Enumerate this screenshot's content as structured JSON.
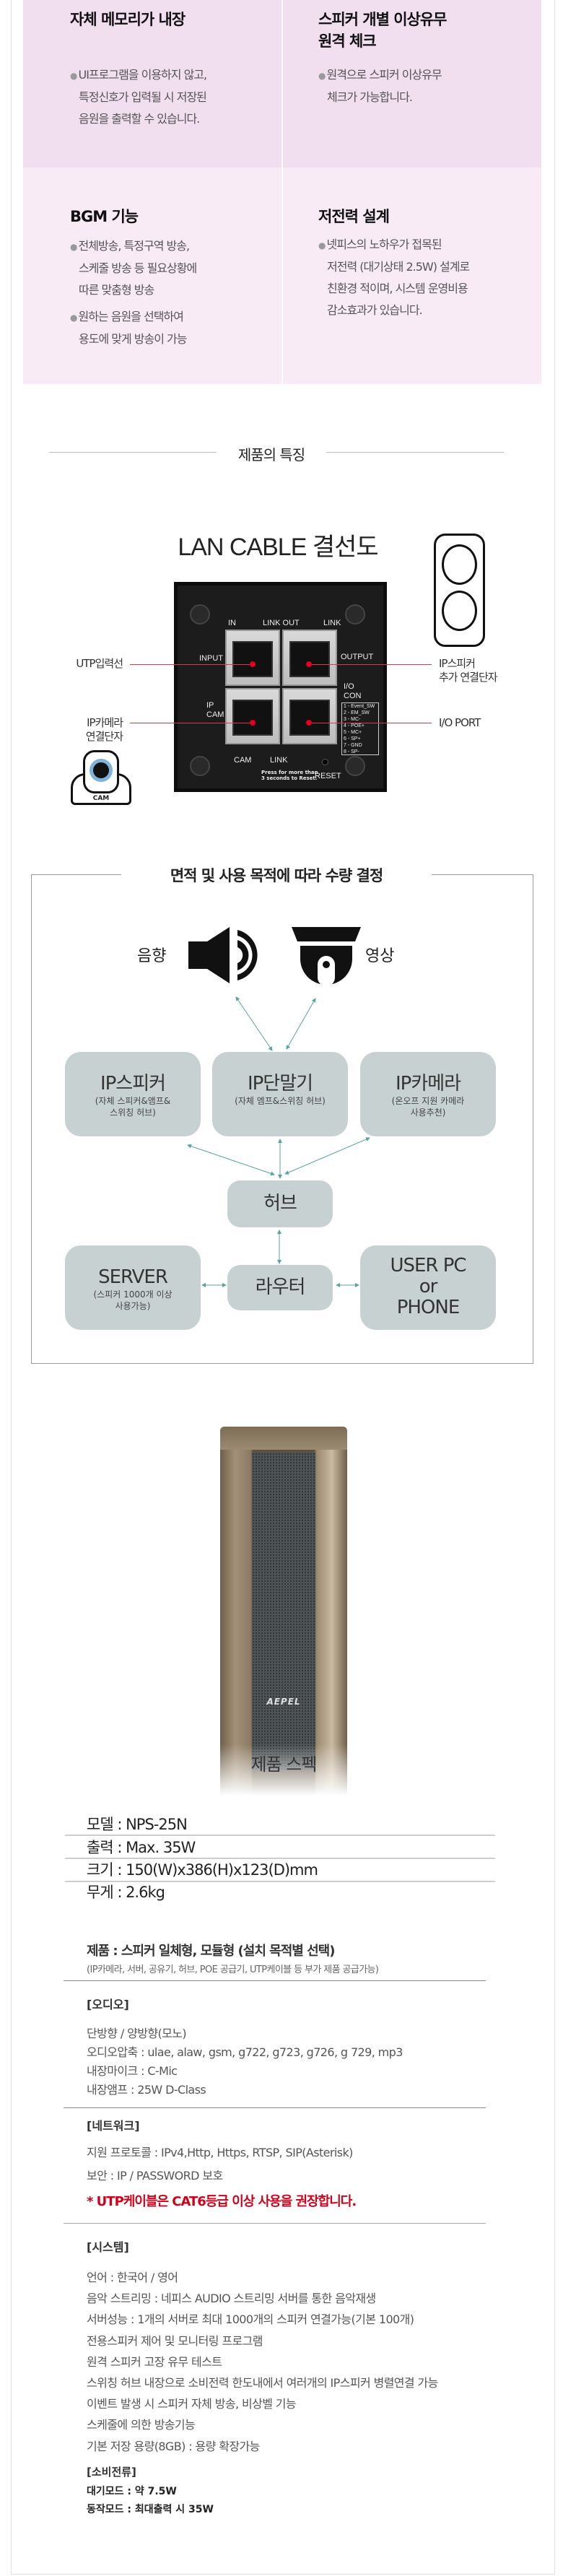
{
  "features": [
    {
      "title_lines": [
        "자체 메모리가 내장"
      ],
      "bullets": [
        [
          "UI프로그램을 이용하지 않고,",
          "특정신호가 입력될 시 저장된",
          "음원을 출력할 수 있습니다."
        ]
      ]
    },
    {
      "title_lines": [
        "스피커 개별 이상유무",
        "원격 체크"
      ],
      "bullets": [
        [
          "원격으로 스피커 이상유무",
          "체크가 가능합니다."
        ]
      ]
    },
    {
      "title_lines": [
        "BGM 기능"
      ],
      "bullets": [
        [
          "전체방송, 특정구역 방송,",
          "스케줄 방송 등 필요상황에",
          "따른 맞춤형 방송"
        ],
        [
          "원하는 음원을 선택하여",
          "용도에 맞게 방송이 가능"
        ]
      ]
    },
    {
      "title_lines": [
        "저전력 설계"
      ],
      "bullets": [
        [
          "넷피스의 노하우가 접목된",
          "저전력 (대기상태 2.5W) 설계로",
          "친환경 적이며, 시스템 운영비용",
          "감소효과가 있습니다."
        ]
      ]
    }
  ],
  "feature_colors": {
    "top": "#f1deef",
    "bottom": "#f8ebf6"
  },
  "section_title": "제품의 특징",
  "lan": {
    "title": "LAN CABLE 결선도",
    "labels": {
      "utp": "UTP입력선",
      "ip_speaker": [
        "IP스피커",
        "추가 연결단자"
      ],
      "ip_camera": [
        "IP카메라",
        "연결단자"
      ],
      "io_port": "I/O PORT",
      "cam_icon": "CAM"
    },
    "panel": {
      "in": "IN",
      "link_out": "LINK OUT",
      "link": "LINK",
      "input": "INPUT",
      "output": "OUTPUT",
      "ip": "IP",
      "cam": "CAM",
      "io": "I/O",
      "con": "CON",
      "cam_bottom": "CAM",
      "link_bottom": "LINK",
      "reset_note": [
        "Press for more than",
        "3 seconds to Reset."
      ],
      "reset": "RESET",
      "pins": [
        "1 - Event_SW",
        "2 - EM_SW",
        "3 - MC-",
        "4 - POE+",
        "5 - MC+",
        "6 - SP+",
        "7 - GND",
        "8 - SP-"
      ]
    }
  },
  "diagram": {
    "title": "면적 및  사용 목적에 따라 수량 결정",
    "audio_label": "음향",
    "video_label": "영상",
    "boxes": {
      "ip_speaker": {
        "title": "IP스피커",
        "sub": [
          "(자체 스피커&앰프&",
          "스위칭 허브)"
        ]
      },
      "ip_terminal": {
        "title": "IP단말기",
        "sub": [
          "(자체 엠프&스위칭 허브)"
        ]
      },
      "ip_camera": {
        "title": "IP카메라",
        "sub": [
          "(온오프 지원 카메라",
          "사용추천)"
        ]
      },
      "hub": {
        "title": "허브"
      },
      "server": {
        "title": "SERVER",
        "sub": [
          "(스피커 1000개 이상",
          "사용가능)"
        ]
      },
      "router": {
        "title": "라우터"
      },
      "user": {
        "title": [
          "USER PC",
          "or",
          "PHONE"
        ]
      }
    },
    "arrow_color": "#5aa3a3"
  },
  "product": {
    "brand": "AEPEL",
    "caption": "제품 스펙"
  },
  "specs": [
    "모델 : NPS-25N",
    "출력 : Max. 35W",
    "크기 : 150(W)x386(H)x123(D)mm",
    "무게 : 2.6kg"
  ],
  "details": {
    "product_line": "제품 : 스피커 일체형, 모듈형 (설치 목적별 선택)",
    "product_sub": "(IP카메라, 서버, 공유기, 허브, POE 공급기, UTP케이블 등 부가 제품 공급가능)",
    "audio": {
      "heading": "[오디오]",
      "items": [
        "단방향 / 양방향(모노)",
        "오디오압축 : ulae, alaw, gsm, g722, g723, g726, g 729, mp3",
        "내장마이크 : C-Mic",
        "내장앰프 : 25W D-Class"
      ]
    },
    "network": {
      "heading": "[네트워크]",
      "items": [
        "지원 프로토콜 : IPv4,Http, Https, RTSP, SIP(Asterisk)",
        "보안 : IP / PASSWORD 보호"
      ],
      "warning": "* UTP케이블은 CAT6등급 이상 사용을 권장합니다."
    },
    "system": {
      "heading": "[시스템]",
      "items": [
        "언어 : 한국어 / 영어",
        "음악 스트리밍 : 네피스 AUDIO 스트리밍 서버를 통한 음악재생",
        "서버성능 : 1개의 서버로 최대 1000개의 스피커 연결가능(기본 100개)",
        "전용스피커 제어 및 모니터링 프로그램",
        "원격 스피커 고장 유무 테스트",
        "스위칭 허브 내장으로 소비전력 한도내에서 여러개의 IP스피커 병렬연결 가능",
        "이벤트 발생 시 스피커 자체 방송, 비상벨 기능",
        "스케줄에 의한 방송기능",
        "기본 저장 용량(8GB) : 용량 확장가능"
      ]
    },
    "power": {
      "heading": "[소비전류]",
      "items": [
        "대기모드 : 약 7.5W",
        "동작모드 : 최대출력 시 35W"
      ]
    },
    "warning_color": "#d0021b"
  }
}
